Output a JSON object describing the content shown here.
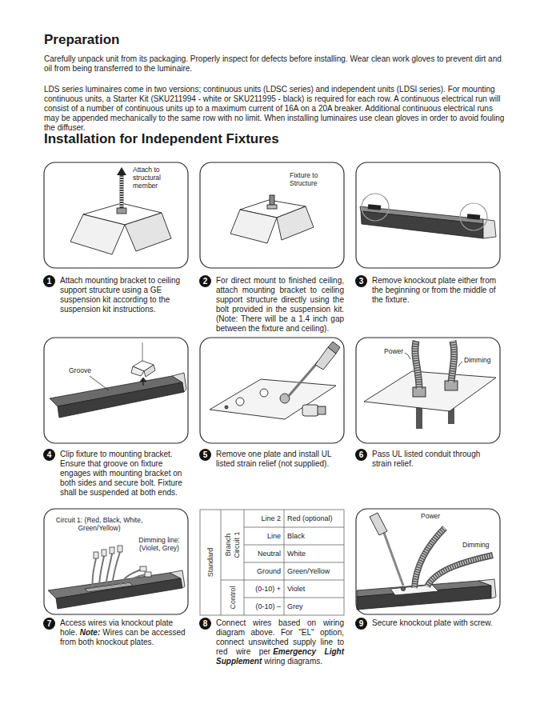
{
  "diagram": {
    "title": "Preparation",
    "nodes": [
      {
        "text": [
          "1"
        ]
      },
      {
        "text": [
          "2"
        ]
      },
      {
        "text": [
          "3"
        ]
      },
      {
        "text": [
          "4"
        ]
      },
      {
        "text": [
          "5"
        ]
      },
      {
        "text": [
          "6"
        ]
      },
      {
        "text": [
          "7"
        ]
      },
      {
        "text": [
          "8"
        ]
      },
      {
        "text": [
          "9"
        ]
      }
    ],
    "labels": [
      "Carefully unpack unit from its packaging. Properly inspect for defects before installing. Wear clean work gloves to prevent dirt and oil from being transferred to the luminaire.",
      "LDS series luminaires come in two versions; continuous units (LDSC series) and independent units (LDSI series). For mounting continuous units, a Starter Kit (SKU211994 - white or SKU211995 - black) is required for each row. A continuous electrical run will consist of a number of continuous units up to a maximum current of 16A on a 20A breaker. Additional continuous electrical runs may be appended mechanically to the same row with no limit. When installing luminaires use clean gloves in order to avoid fouling the diffuser.",
      "Installation for Independent Fixtures",
      "Attach to structural member",
      "Fixture to Structure",
      "Attach mounting bracket to ceiling support structure using a GE suspension kit according to the suspension kit instructions.",
      "For direct mount to finished ceiling, attach mounting bracket to ceiling support structure directly using the bolt provided in the suspension kit. (Note: There will be a 1.4 inch gap between the fixture and ceiling).",
      "Remove knockout plate either from the beginning or from the middle of the fixture.",
      "Groove",
      "Power",
      "Dimming",
      "Clip fixture to mounting bracket. Ensure that groove on fixture engages with mounting bracket on both sides and secure bolt. Fixture shall be suspended at both ends.",
      "Remove one plate and install UL listed strain relief (not supplied).",
      "Pass UL listed conduit through strain relief.",
      "Circuit 1: (Red, Black, White, Green/Yellow)",
      "Dimming line: (Violet, Grey)",
      "Standard",
      "Branch Circuit 1",
      "Control",
      "Line 2",
      "Red (optional)",
      "Line",
      "Black",
      "Neutral",
      "White",
      "Ground",
      "Green/Yellow",
      "(0-10) +",
      "Violet",
      "(0-10) –",
      "Grey",
      "Power",
      "Dimming",
      "Access wires via knockout plate hole.",
      "Note:",
      "Wires can be accessed from both knockout plates.",
      "Connect wires based on wiring diagram above. For \"EL\" option, connect unswitched supply line to red wire per",
      "Emergency Light Supplement",
      "wiring diagrams.",
      "Secure knockout plate with screw."
    ]
  }
}
